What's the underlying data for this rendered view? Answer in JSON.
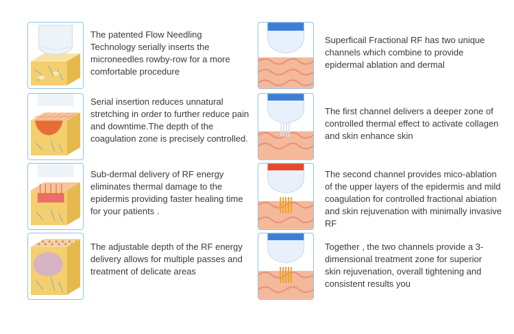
{
  "left_column": [
    {
      "text": "The patented Flow Needling Technology serially inserts the microneedles rowby-row for a more comfortable procedure",
      "icon": "skin-cube-handpiece-icon"
    },
    {
      "text": "Serial insertion reduces unnatural stretching in order to further reduce pain and downtime.The depth of the coagulation zone is precisely controlled.",
      "icon": "skin-cube-coagulation-icon"
    },
    {
      "text": "Sub-dermal delivery of RF energy eliminates thermal damage to the epidermis providing faster healing time for your patients .",
      "icon": "skin-cube-subdermal-icon"
    },
    {
      "text": "The adjustable depth of the RF energy delivery allows for multiple passes and treatment of delicate areas",
      "icon": "skin-cube-microneedle-grid-icon"
    }
  ],
  "right_column": [
    {
      "text": "Superficail Fractional RF has two unique channels which combine to provide epidermal ablation and dermal",
      "icon": "rf-tip-blue-icon"
    },
    {
      "text": "The first channel delivers a deeper zone of controlled thermal effect to activate collagen and skin enhance skin",
      "icon": "rf-tip-deep-zone-icon"
    },
    {
      "text": "The second channel provides mico-ablation of the upper layers of the epidermis and mild coagulation for controlled fractional abiation and skin rejuvenation with minimally invasive RF",
      "icon": "rf-tip-red-ablation-icon"
    },
    {
      "text": "Together , the two channels provide a 3-dimensional treatment zone for superior skin rejuvenation, overall tightening and consistent results you",
      "icon": "rf-tip-3d-zone-icon"
    }
  ],
  "colors": {
    "thumb_border": "#8fc3e3",
    "skin_yellow": "#f3cf6e",
    "skin_pink": "#f4b89a",
    "rf_blue": "#3c7fd6",
    "rf_red": "#e64a2a",
    "coagulation_orange": "#f0a020"
  }
}
